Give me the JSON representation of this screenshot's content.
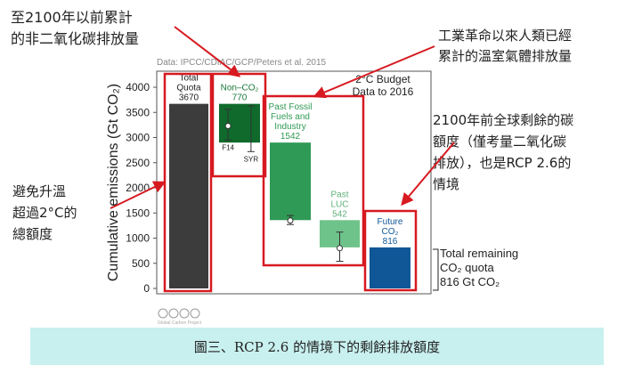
{
  "source_label": "Data: IPCC/CDIAC/GCP/Peters et al. 2015",
  "budget_note": [
    "2°C Budget",
    "Data to 2016"
  ],
  "license_label": "Global Carbon Project",
  "caption": "圖三、RCP 2.6 的情境下的剩餘排放額度",
  "callouts": {
    "top_left": [
      "至2100年以前累計",
      "的非二氧化碳排放量"
    ],
    "top_right": [
      "工業革命以來人類已經",
      "累計的溫室氣體排放量"
    ],
    "right": [
      "2100年前全球剩餘的碳",
      "額度（僅考量二氧化碳",
      "排放），也是RCP 2.6的",
      "情境"
    ],
    "left": [
      "避免升溫",
      "超過2°C的",
      "總額度"
    ]
  },
  "colors": {
    "total": "#3c3c3c",
    "non_co2": "#0f6a2c",
    "fossil": "#2f9a55",
    "luc": "#6ec38a",
    "future": "#0f5796",
    "highlight_box": "#d71920",
    "arrow": "#d71920"
  },
  "chart_data": {
    "type": "bar",
    "ylabel": "Cumulative emissions (Gt CO₂)",
    "ylim": [
      0,
      4000
    ],
    "yticks": [
      0,
      500,
      1000,
      1500,
      2000,
      2500,
      3000,
      3500,
      4000
    ],
    "bars": [
      {
        "id": "total",
        "labels": [
          "Total",
          "Quota",
          "3670"
        ],
        "bottom": 0,
        "top": 3670
      },
      {
        "id": "non_co2",
        "labels": [
          "Non–CO₂",
          "770"
        ],
        "bottom": 2900,
        "top": 3670
      },
      {
        "id": "fossil",
        "labels": [
          "Past Fossil",
          "Fuels and",
          "Industry",
          "1542"
        ],
        "bottom": 1358,
        "top": 2900
      },
      {
        "id": "luc",
        "labels": [
          "Past",
          "LUC",
          "542"
        ],
        "bottom": 816,
        "top": 1358
      },
      {
        "id": "future",
        "labels": [
          "Future",
          "CO₂",
          "816"
        ],
        "bottom": 0,
        "top": 816
      }
    ],
    "errorbars": [
      {
        "bar": "non_co2",
        "offset": -0.28,
        "center": 3230,
        "low": 2950,
        "high": 3560,
        "marker": "open-circle",
        "label": "F14"
      },
      {
        "bar": "non_co2",
        "offset": 0.28,
        "center": 3360,
        "low": 2720,
        "high": 3630,
        "marker": "none",
        "label": "SYR"
      },
      {
        "bar": "fossil",
        "offset": 0,
        "center": 1350,
        "low": 1270,
        "high": 1450,
        "marker": "open-circle",
        "label": ""
      },
      {
        "bar": "luc",
        "offset": 0,
        "center": 800,
        "low": 540,
        "high": 1120,
        "marker": "open-circle",
        "label": ""
      }
    ],
    "remaining_note": [
      "Total remaining",
      "CO₂ quota",
      "816 Gt CO₂"
    ]
  }
}
